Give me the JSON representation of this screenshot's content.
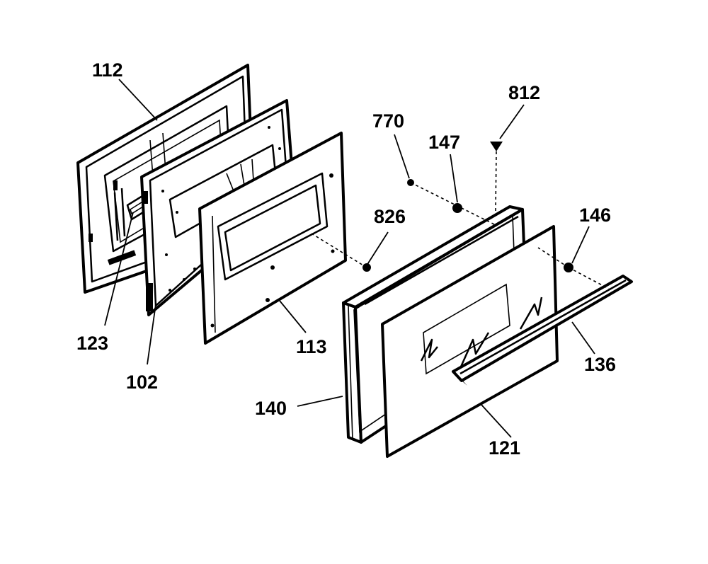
{
  "diagram": {
    "part_labels": [
      {
        "id": "112",
        "text": "112"
      },
      {
        "id": "123",
        "text": "123"
      },
      {
        "id": "102",
        "text": "102"
      },
      {
        "id": "113",
        "text": "113"
      },
      {
        "id": "826",
        "text": "826"
      },
      {
        "id": "770",
        "text": "770"
      },
      {
        "id": "147",
        "text": "147"
      },
      {
        "id": "812",
        "text": "812"
      },
      {
        "id": "146",
        "text": "146"
      },
      {
        "id": "136",
        "text": "136"
      },
      {
        "id": "140",
        "text": "140"
      },
      {
        "id": "121",
        "text": "121"
      }
    ]
  }
}
